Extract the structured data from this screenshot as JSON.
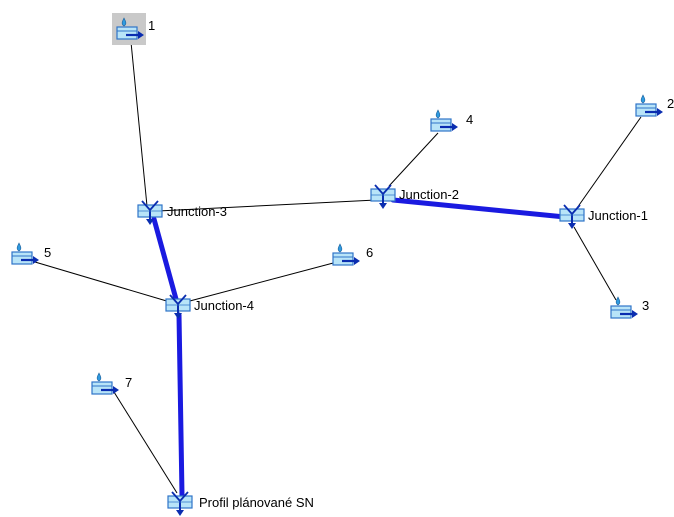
{
  "colors": {
    "reach": "#1a1ae0",
    "thin_link": "#000000",
    "icon_fill": "#b8e4f8",
    "icon_border": "#2f74c8",
    "icon_arrow": "#0a2db0",
    "drop": "#2f9be0",
    "selected_bg": "#c9c9c9"
  },
  "subbasins": [
    {
      "id": "sb1",
      "label": "1",
      "selected": true
    },
    {
      "id": "sb2",
      "label": "2",
      "selected": false
    },
    {
      "id": "sb3",
      "label": "3",
      "selected": false
    },
    {
      "id": "sb4",
      "label": "4",
      "selected": false
    },
    {
      "id": "sb5",
      "label": "5",
      "selected": false
    },
    {
      "id": "sb6",
      "label": "6",
      "selected": false
    },
    {
      "id": "sb7",
      "label": "7",
      "selected": false
    }
  ],
  "junctions": [
    {
      "id": "j1",
      "label": "Junction-1"
    },
    {
      "id": "j2",
      "label": "Junction-2"
    },
    {
      "id": "j3",
      "label": "Junction-3"
    },
    {
      "id": "j4",
      "label": "Junction-4"
    },
    {
      "id": "sink",
      "label": "Profil plánované SN"
    }
  ],
  "connections": [
    {
      "from": "sb1",
      "to": "j3",
      "type": "subbasin"
    },
    {
      "from": "sb2",
      "to": "j1",
      "type": "subbasin"
    },
    {
      "from": "sb3",
      "to": "j1",
      "type": "subbasin"
    },
    {
      "from": "sb4",
      "to": "j2",
      "type": "subbasin"
    },
    {
      "from": "sb5",
      "to": "j4",
      "type": "subbasin"
    },
    {
      "from": "sb6",
      "to": "j4",
      "type": "subbasin"
    },
    {
      "from": "sb7",
      "to": "sink",
      "type": "subbasin"
    },
    {
      "from": "j2",
      "to": "j3",
      "type": "subbasin"
    },
    {
      "from": "j1",
      "to": "j2",
      "type": "reach"
    },
    {
      "from": "j3",
      "to": "j4",
      "type": "reach"
    },
    {
      "from": "j4",
      "to": "sink",
      "type": "reach"
    }
  ]
}
